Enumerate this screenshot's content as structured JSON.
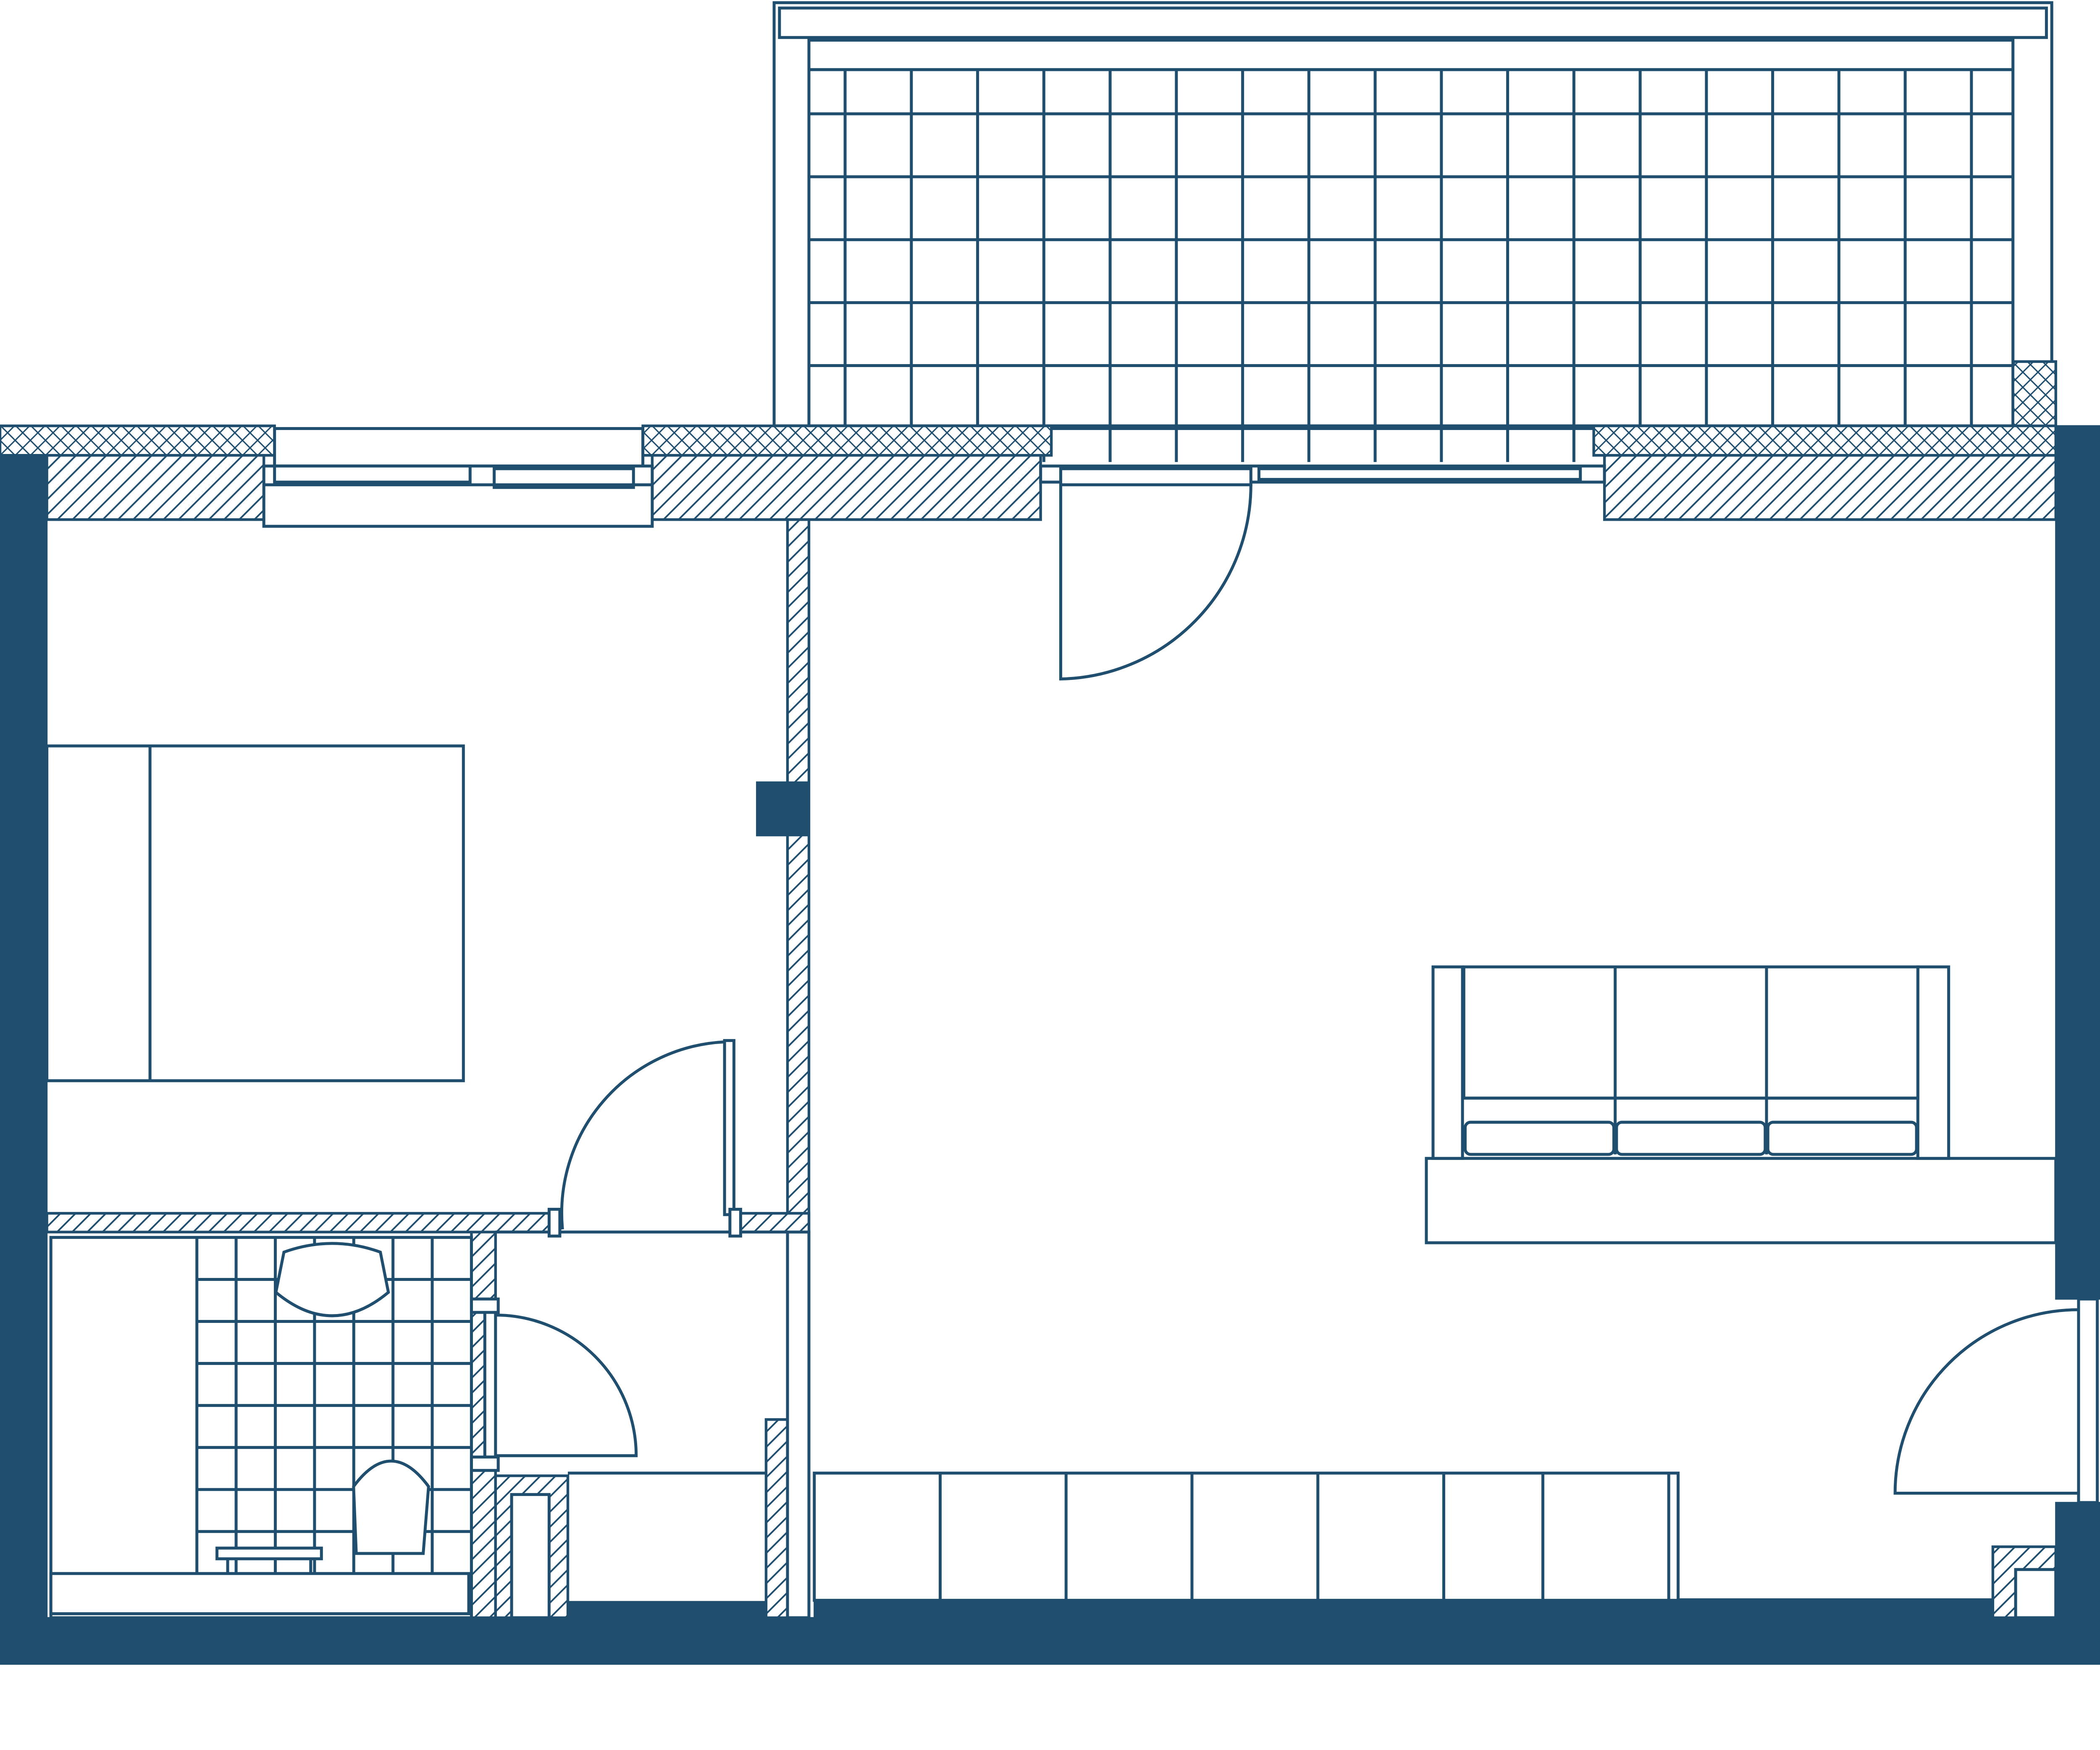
{
  "colors": {
    "line": "#1f4e6e",
    "background": "#ffffff"
  },
  "plan": {
    "rooms": [
      "balcony",
      "living-room",
      "bedroom",
      "bathroom",
      "hallway"
    ],
    "balcony_tiles": {
      "columns": 19,
      "rows": 6
    },
    "bathroom_tiles": {
      "columns": 7,
      "rows": 8
    },
    "cabinet_units": 7,
    "sofa_seats": 3
  }
}
